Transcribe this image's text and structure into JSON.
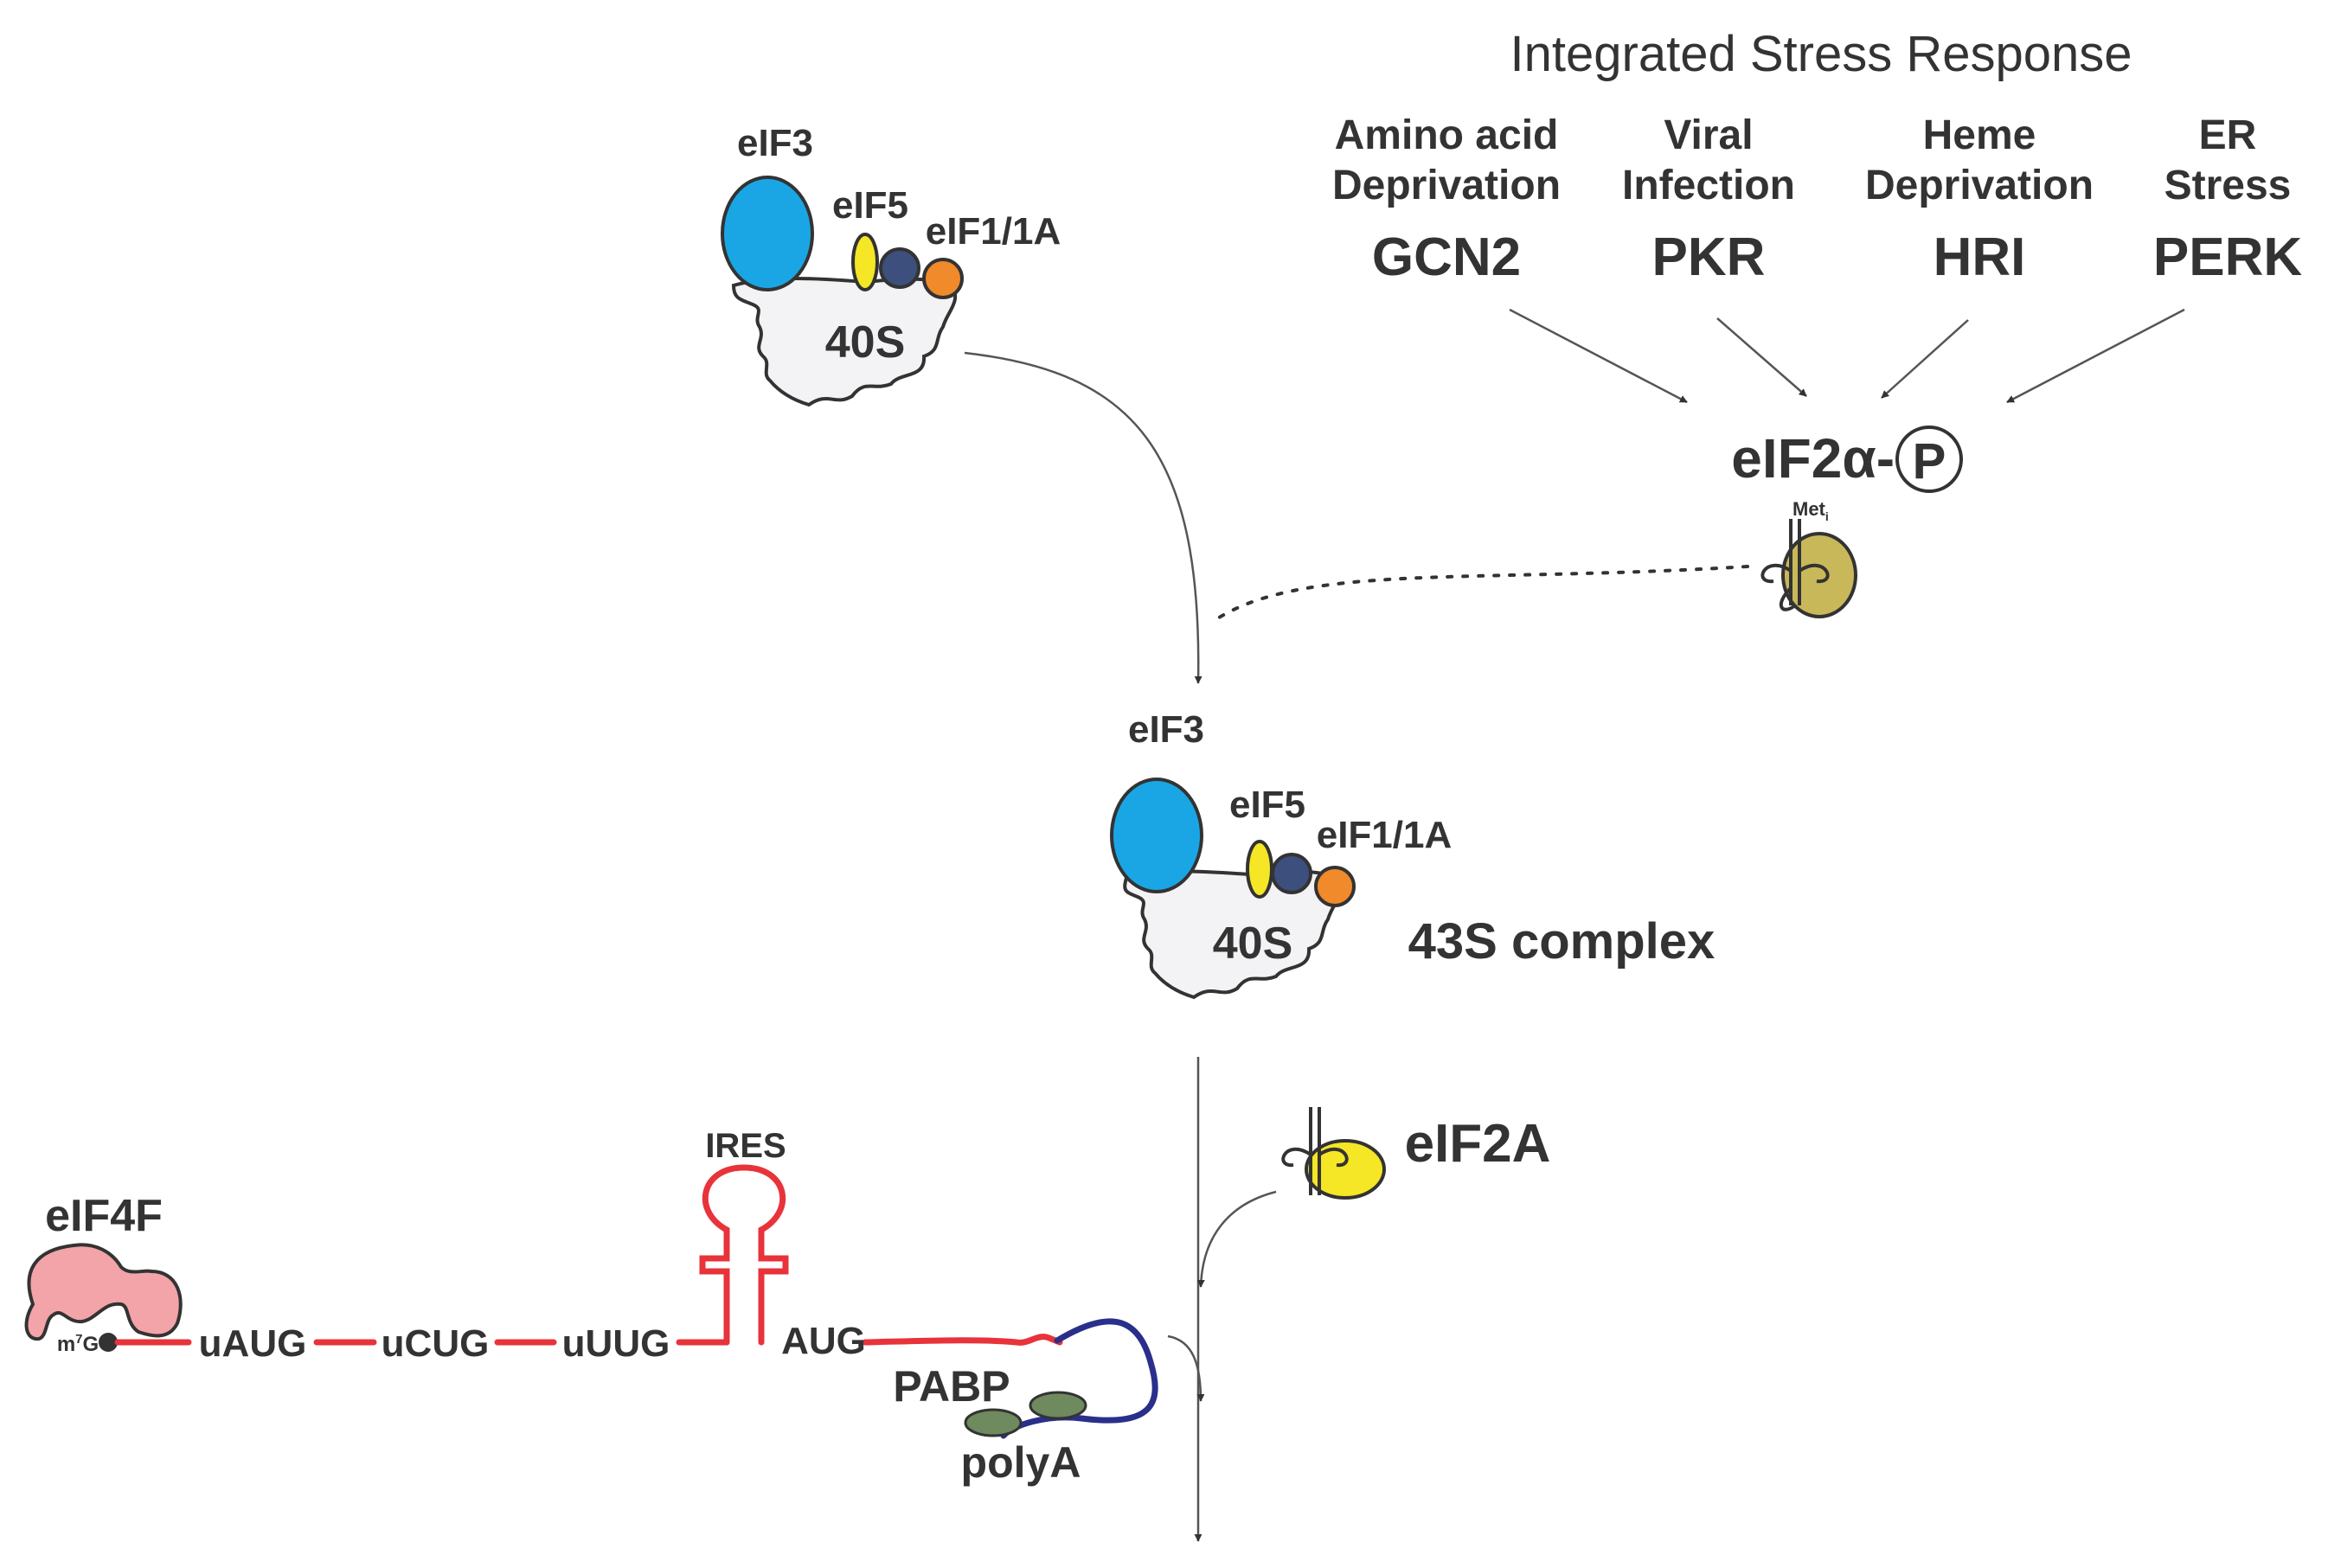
{
  "header": {
    "title": "Integrated Stress Response"
  },
  "stress_response": {
    "kinases": [
      {
        "condition_line1": "Amino acid",
        "condition_line2": "Deprivation",
        "kinase": "GCN2"
      },
      {
        "condition_line1": "Viral",
        "condition_line2": "Infection",
        "kinase": "PKR"
      },
      {
        "condition_line1": "Heme",
        "condition_line2": "Deprivation",
        "kinase": "HRI"
      },
      {
        "condition_line1": "ER",
        "condition_line2": "Stress",
        "kinase": "PERK"
      }
    ],
    "target": "eIF2α-",
    "phospho": "P",
    "trna_label": "Met",
    "trna_subscript": "i"
  },
  "top_complex": {
    "eif3": "eIF3",
    "eif5": "eIF5",
    "eif1": "eIF1/1A",
    "ribosome": "40S"
  },
  "mid_complex": {
    "eif3": "eIF3",
    "eif5": "eIF5",
    "eif1": "eIF1/1A",
    "ribosome": "40S",
    "name": "43S complex"
  },
  "eif2a": {
    "label": "eIF2A"
  },
  "mrna": {
    "cap_factor": "eIF4F",
    "cap_m": "m",
    "cap_sup": "7",
    "cap_g": "G",
    "ires": "IRES",
    "codons": [
      "uAUG",
      "uCUG",
      "uUUG",
      "AUG"
    ],
    "pabp": "PABP",
    "polya": "polyA"
  },
  "colors": {
    "eif3": "#1aa6e4",
    "eif5": "#f5e626",
    "eif1": "#3d4f7c",
    "eif1a": "#f08a2a",
    "ribosome": "#f3f3f5",
    "ternary": "#c9b85a",
    "eif2a": "#f5e626",
    "mrna": "#e8333a",
    "polya_tail": "#2a2f8c",
    "pabp": "#6e8a5e",
    "eif4f": "#f2a4a8"
  }
}
